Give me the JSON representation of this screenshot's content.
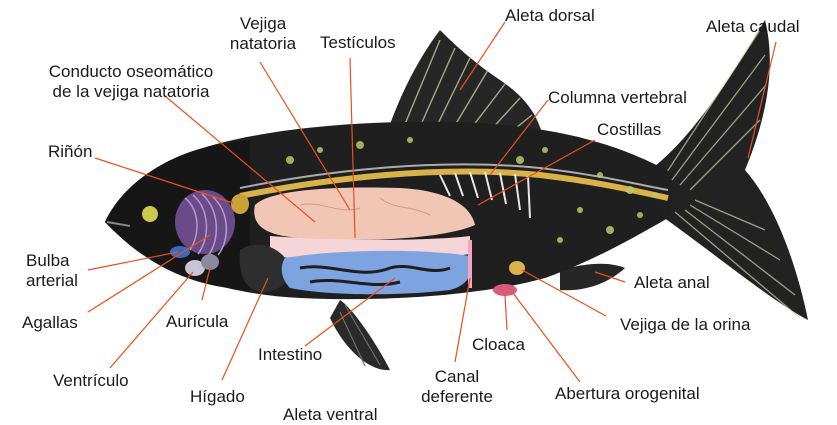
{
  "colors": {
    "leader_line": "#e8501e",
    "body_dark": "#1f1f1f",
    "swim_bladder": "#f2c6b4",
    "intestine": "#7da3e0",
    "liver": "#2e2e2e",
    "spine": "#d9b24a",
    "gill": "#6b4a8a",
    "kidney": "#c9a23a",
    "heart": "#c8c8d8",
    "cloaca": "#d95a7a",
    "fin": "#2a2a2a",
    "fin_ray": "#cfd6a8",
    "spot": "#b9c96a"
  },
  "labels": {
    "aleta_dorsal": "Aleta dorsal",
    "aleta_caudal": "Aleta caudal",
    "vejiga_natatoria_1": "Vejiga",
    "vejiga_natatoria_2": "natatoria",
    "testiculos": "Testículos",
    "conducto_1": "Conducto oseomático",
    "conducto_2": "de la vejiga natatoria",
    "columna_vertebral": "Columna vertebral",
    "costillas": "Costillas",
    "rinon": "Riñón",
    "bulba_1": "Bulba",
    "bulba_2": "arterial",
    "agallas": "Agallas",
    "auricula": "Aurícula",
    "aleta_anal": "Aleta anal",
    "vejiga_orina": "Vejiga de la orina",
    "cloaca": "Cloaca",
    "intestino": "Intestino",
    "ventriculo": "Ventrículo",
    "canal_1": "Canal",
    "canal_2": "deferente",
    "abertura": "Abertura orogenital",
    "higado": "Hígado",
    "aleta_ventral": "Aleta ventral"
  }
}
